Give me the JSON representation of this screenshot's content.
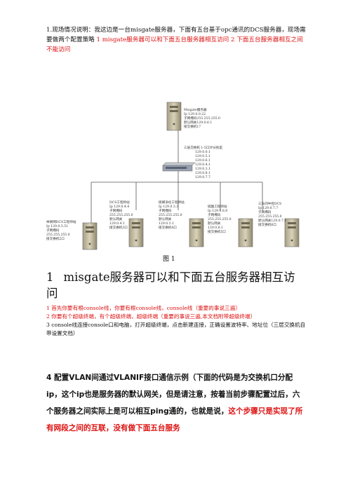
{
  "intro": {
    "text": "1.现场情况说明：我这边是一台misgate服务器，下面有五台基于opc通讯的DCS服务器，现场需要做两个配置策略",
    "policy1": "1 misgate服务器可以和下面五台服务器相互访问",
    "policy2": "2 下面五台服务器相互之间不能访问"
  },
  "diagram": {
    "top_server": [
      "Misgate服务器",
      "Ip 129.0.0.22",
      "子网掩码255.255.255.0",
      "默认网关129.0.6.1",
      "接交换机17"
    ],
    "switch_label": [
      "三层交换机 1-5口IP分别是",
      "129.0.0.1",
      "129.0.5.1",
      "129.0.6.1",
      "129.0.4.1",
      "129.0.3.1",
      "129.0.8.1",
      "129.0.7.7"
    ],
    "servers": [
      [
        "林果网DCS工程师站",
        "Ip 129.0.5.51",
        "子网掩码",
        "255.255.255.0",
        "接交换机2口"
      ],
      [
        "DCS工程师站",
        "Ip 129.0.4.4",
        "子网掩码",
        "255.255.255.0",
        "默认网关",
        "129.0.4.1",
        "接交换机3口"
      ],
      [
        "硫磺净化工程师站",
        "Ip 129.0.3.3",
        "子网掩码",
        "255.255.255.0",
        "默认网关",
        "129.0.3.1",
        "接交换机4口"
      ],
      [
        "硫酸工程师站",
        "Ip 129.0.8.8",
        "子网掩码",
        "255.255.255.0",
        "默认网关",
        "129.0.8.1",
        "接交换机5口"
      ],
      [
        "三车间中控DCS",
        "Ip 129.0.7.7",
        "子网掩码",
        "255.255.255.0",
        "默认网关129.0.7.1",
        "接交换机6口"
      ]
    ],
    "caption": "图 1"
  },
  "section": {
    "number": "1",
    "title": "misgate服务器可以和下面五台服务器相互访问"
  },
  "steps": {
    "line1": "1 首先你要有根console线，你要有根console线，console线（重要的事说三遍）",
    "line2": "2 你要有个超级终端，有个超级终端，超级终端（重要的事说三遍,本文档附带超级终端）",
    "line3": "3 console线连接console口和电脑，打开超级终端，点击新建连接，正确设置波特率、地址位（三层交换机自带设置文档）"
  },
  "section4": {
    "text": "4 配置VLAN间通过VLANIF接口通信示例（下面的代码是为交换机口分配ip，这个ip也是服务器的默认网关，但是请注意，按着当前步骤配置过后，六个服务器之间实际上是可以相互ping通的，也就是说，",
    "red": "这个步骤只是实现了所有网段之间的互联，没有做下面五台服务"
  }
}
